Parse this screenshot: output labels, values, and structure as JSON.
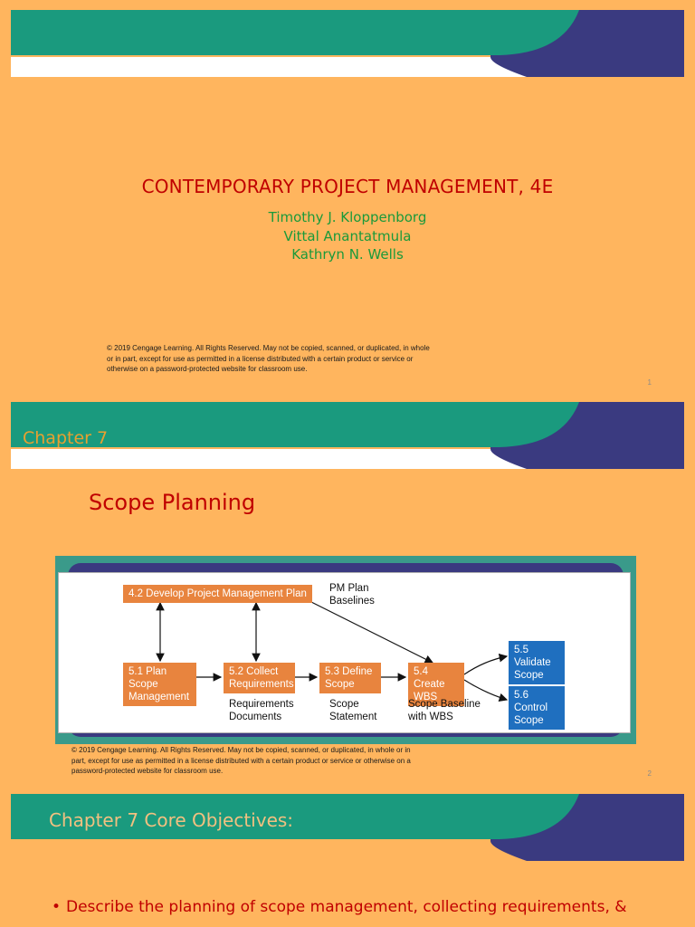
{
  "colors": {
    "slide_background": "#ffb55e",
    "banner_teal": "#1a9a7e",
    "banner_navy": "#3a3a80",
    "title_red": "#c00000",
    "author_green": "#1a9a3a",
    "chapter_gold": "#e8a030",
    "box_orange": "#e8843e",
    "box_blue": "#1f6fbf"
  },
  "slide1": {
    "title": "CONTEMPORARY PROJECT MANAGEMENT, 4E",
    "authors": [
      "Timothy J. Kloppenborg",
      "Vittal Anantatmula",
      "Kathryn N. Wells"
    ],
    "copyright_lines": [
      "© 2019 Cengage Learning. All Rights Reserved. May not be copied, scanned, or duplicated, in whole",
      "or in part, except for use as permitted in a license distributed with a certain product or service or",
      "otherwise on a password-protected website for classroom use."
    ],
    "slide_number": "1"
  },
  "slide2": {
    "chapter": "Chapter 7",
    "title": "Scope Planning",
    "diagram": {
      "boxes": {
        "b42": "4.2 Develop Project Management Plan",
        "b51": [
          "5.1 Plan Scope",
          "Management"
        ],
        "b52": [
          "5.2 Collect",
          "Requirements"
        ],
        "b53": [
          "5.3 Define",
          "Scope"
        ],
        "b54": [
          "5.4 Create",
          "WBS"
        ],
        "b55": [
          "5.5 Validate",
          "Scope"
        ],
        "b56": [
          "5.6 Control",
          "Scope"
        ]
      },
      "labels": {
        "pm_plan": [
          "PM Plan",
          "Baselines"
        ],
        "req_docs": [
          "Requirements",
          "Documents"
        ],
        "scope_statement": [
          "Scope",
          "Statement"
        ],
        "scope_baseline": [
          "Scope Baseline",
          "with WBS"
        ]
      }
    },
    "copyright_lines": [
      "© 2019 Cengage Learning. All Rights Reserved. May not be copied, scanned, or duplicated, in whole or in",
      "part, except for use as permitted in a license distributed with a certain product or service or otherwise on a",
      "password-protected website for classroom use."
    ],
    "slide_number": "2"
  },
  "slide3": {
    "title": "Chapter 7 Core Objectives:",
    "bullet_marker": "•",
    "bullet": "Describe the planning of scope management, collecting requirements, &"
  }
}
